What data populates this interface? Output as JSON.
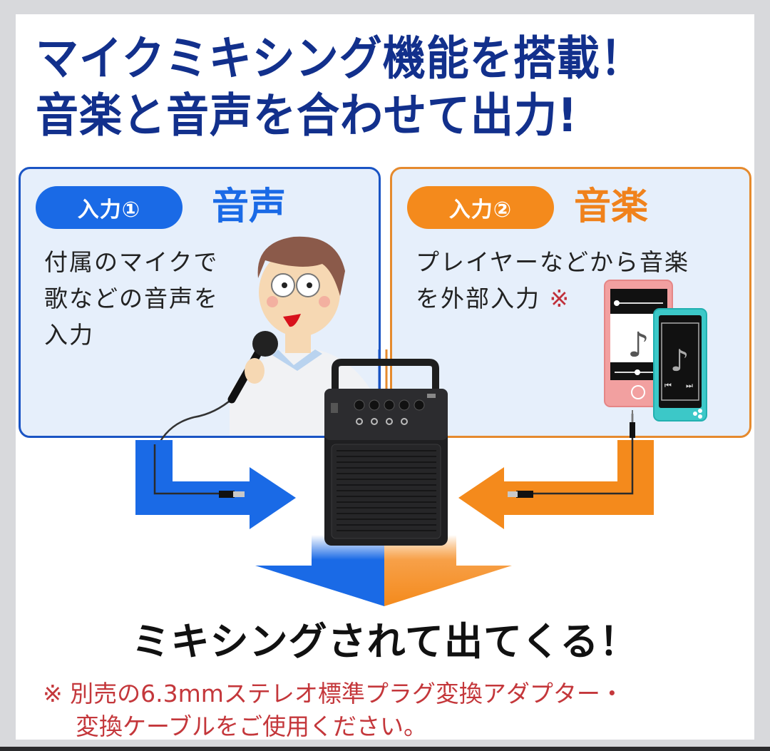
{
  "headline": {
    "line1": "マイクミキシング機能を搭載！",
    "line2": "音楽と音声を合わせて出力!"
  },
  "input1": {
    "badge": "入力①",
    "title": "音声",
    "description_lines": [
      "付属のマイクで",
      "歌などの音声を",
      "入力"
    ],
    "color": "#1a6ae6"
  },
  "input2": {
    "badge": "入力②",
    "title": "音楽",
    "description_lines": [
      "プレイヤーなどから音楽",
      "を外部入力"
    ],
    "note_mark": "※",
    "color": "#f48a1c"
  },
  "illustrations": {
    "person": "person-singing-icon",
    "microphone": "microphone-icon",
    "speaker": "portable-speaker-icon",
    "player_pink": "music-player-icon",
    "player_teal": "music-player-icon",
    "note_glyph": "♪"
  },
  "caption": "ミキシングされて出てくる！",
  "footnote": {
    "line1": "※ 別売の6.3mmステレオ標準プラグ変換アダプター・",
    "line2": "変換ケーブルをご使用ください。"
  }
}
